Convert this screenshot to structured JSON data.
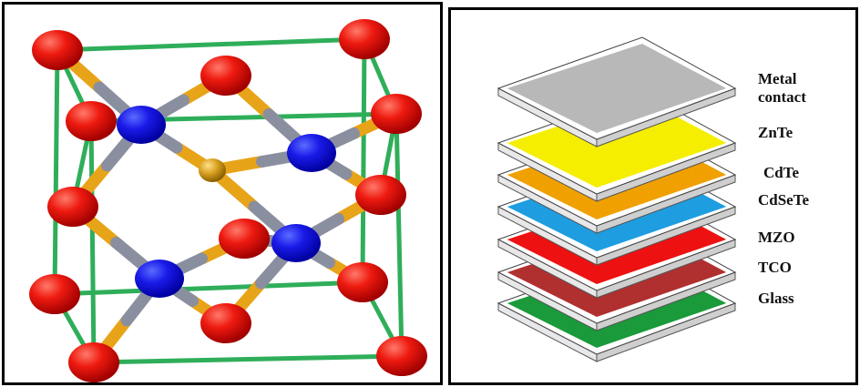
{
  "crystal": {
    "colors": {
      "large_atom": "#ee1111",
      "small_atom": "#1111ee",
      "center_atom": "#d4a017",
      "bond_gold": "#e8a418",
      "bond_grey": "#8a8fa0",
      "cell_edge": "#2fae5a"
    }
  },
  "stack": {
    "layers": [
      {
        "name": "Metal contact",
        "color": "#b8b8b8"
      },
      {
        "name": "ZnTe",
        "color": "#f5ee00"
      },
      {
        "name": "CdTe",
        "color": "#f0a000"
      },
      {
        "name": "CdSeTe",
        "color": "#1e9de0"
      },
      {
        "name": "MZO",
        "color": "#ee1111"
      },
      {
        "name": "TCO",
        "color": "#b03030"
      },
      {
        "name": "Glass",
        "color": "#1a9a3a"
      }
    ],
    "labels": {
      "metal_line1": "Metal",
      "metal_line2": "contact",
      "znte": "ZnTe",
      "cdte": "CdTe",
      "cdsete": "CdSeTe",
      "mzo": "MZO",
      "tco": "TCO",
      "glass": "Glass"
    }
  }
}
